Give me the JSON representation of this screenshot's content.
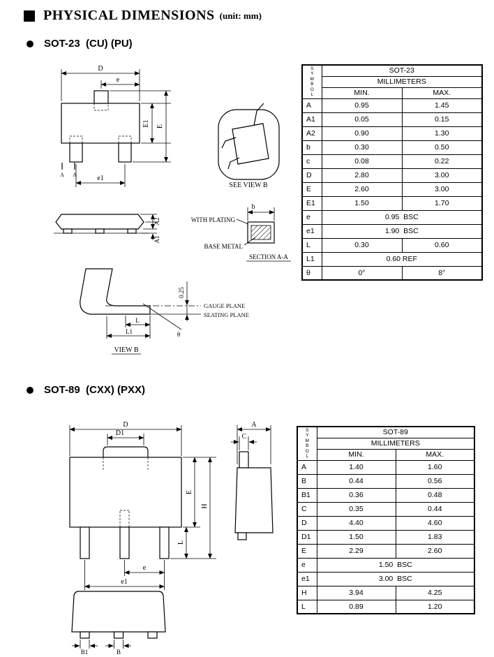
{
  "header": {
    "title": "PHYSICAL DIMENSIONS",
    "unit": "(unit: mm)"
  },
  "sot23": {
    "heading": "SOT-23  (CU) (PU)",
    "labels": {
      "D": "D",
      "e": "e",
      "E1": "E1",
      "E": "E",
      "e1": "e1",
      "A_left": "A",
      "A_right": "A",
      "see_view_b": "SEE VIEW B",
      "A2": "A2",
      "A1": "A1",
      "with_plating": "WITH PLATING",
      "base_metal": "BASE METAL",
      "section_aa": "SECTION A-A",
      "b": "b",
      "gauge_offset": "0.25",
      "gauge_plane": "GAUGE PLANE",
      "seating_plane": "SEATING PLANE",
      "L": "L",
      "L1": "L1",
      "theta": "θ",
      "view_b": "VIEW B"
    },
    "table": {
      "symbol_header": "S\nY\nM\nB\nO\nL",
      "title": "SOT-23",
      "units": "MILLIMETERS",
      "min": "MIN.",
      "max": "MAX.",
      "rows": [
        {
          "sym": "A",
          "min": "0.95",
          "max": "1.45"
        },
        {
          "sym": "A1",
          "min": "0.05",
          "max": "0.15"
        },
        {
          "sym": "A2",
          "min": "0.90",
          "max": "1.30"
        },
        {
          "sym": "b",
          "min": "0.30",
          "max": "0.50"
        },
        {
          "sym": "c",
          "min": "0.08",
          "max": "0.22"
        },
        {
          "sym": "D",
          "min": "2.80",
          "max": "3.00"
        },
        {
          "sym": "E",
          "min": "2.60",
          "max": "3.00"
        },
        {
          "sym": "E1",
          "min": "1.50",
          "max": "1.70"
        },
        {
          "sym": "e",
          "span": "0.95  BSC"
        },
        {
          "sym": "e1",
          "span": "1.90  BSC"
        },
        {
          "sym": "L",
          "min": "0.30",
          "max": "0.60"
        },
        {
          "sym": "L1",
          "span": "0.60 REF"
        },
        {
          "sym": "θ",
          "min": "0°",
          "max": "8°"
        }
      ]
    }
  },
  "sot89": {
    "heading": "SOT-89  (CXX) (PXX)",
    "labels": {
      "D": "D",
      "D1": "D1",
      "E": "E",
      "H": "H",
      "L": "L",
      "e": "e",
      "e1": "e1",
      "A": "A",
      "C": "C",
      "B1": "B1",
      "B": "B"
    },
    "table": {
      "symbol_header": "S\nY\nM\nB\nO\nL",
      "title": "SOT-89",
      "units": "MILLIMETERS",
      "min": "MIN.",
      "max": "MAX.",
      "rows": [
        {
          "sym": "A",
          "min": "1.40",
          "max": "1.60"
        },
        {
          "sym": "B",
          "min": "0.44",
          "max": "0.56"
        },
        {
          "sym": "B1",
          "min": "0.36",
          "max": "0.48"
        },
        {
          "sym": "C",
          "min": "0.35",
          "max": "0.44"
        },
        {
          "sym": "D",
          "min": "4.40",
          "max": "4.60"
        },
        {
          "sym": "D1",
          "min": "1.50",
          "max": "1.83"
        },
        {
          "sym": "E",
          "min": "2.29",
          "max": "2.60"
        },
        {
          "sym": "e",
          "span": "1.50  BSC"
        },
        {
          "sym": "e1",
          "span": "3.00  BSC"
        },
        {
          "sym": "H",
          "min": "3.94",
          "max": "4.25"
        },
        {
          "sym": "L",
          "min": "0.89",
          "max": "1.20"
        }
      ]
    }
  }
}
